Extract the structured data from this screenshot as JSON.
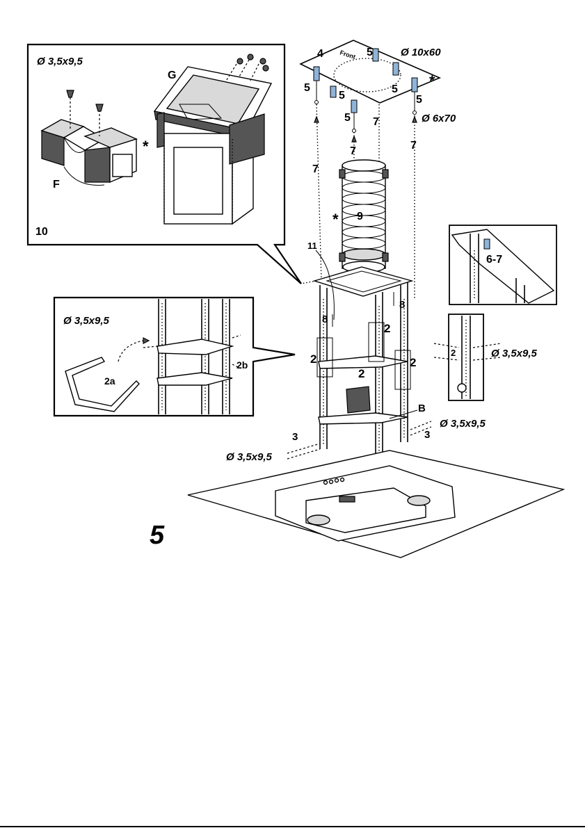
{
  "step_number": "5",
  "labels": {
    "screw_small_top": "Ø 3,5x9,5",
    "screw_top_right": "Ø 10x60",
    "screw_mid_right": "Ø 6x70",
    "screw_panel_left": "Ø 3,5x9,5",
    "screw_right_detail": "Ø 3,5x9,5",
    "screw_lower_right": "Ø 3,5x9,5",
    "screw_lower_left": "Ø 3,5x9,5",
    "ref_4": "4",
    "ref_5": "5",
    "ref_6_7": "6-7",
    "ref_7": "7",
    "ref_8": "8",
    "ref_9": "9",
    "ref_10": "10",
    "ref_11": "11",
    "ref_2": "2",
    "ref_2a": "2a",
    "ref_2b": "2b",
    "ref_3": "3",
    "ref_B": "B",
    "ref_F": "F",
    "ref_G": "G",
    "asterisk": "*",
    "front": "Front"
  }
}
